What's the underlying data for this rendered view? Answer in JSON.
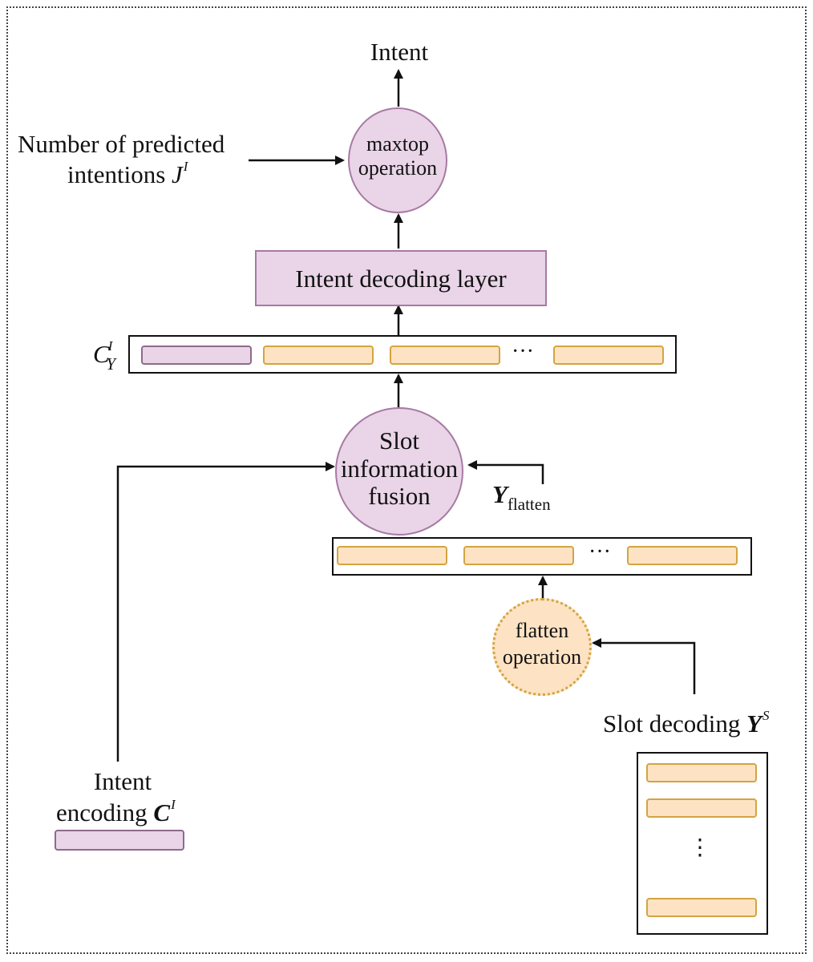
{
  "output_label": "Intent",
  "maxtop_node": {
    "line1": "maxtop",
    "line2": "operation"
  },
  "predicted_intents_input": {
    "line1": "Number of predicted",
    "line2": "intentions",
    "symbol": "J",
    "superscript": "I"
  },
  "intent_decoding_layer": "Intent decoding layer",
  "cyi_vector": {
    "symbol": "C",
    "superscript": "I",
    "subscript": "Y",
    "ellipsis": "···"
  },
  "slot_fusion_node": {
    "line1": "Slot",
    "line2": "information",
    "line3": "fusion"
  },
  "y_flatten_label": {
    "symbol": "Y",
    "subscript": "flatten"
  },
  "flatten_vector": {
    "ellipsis": "···"
  },
  "flatten_node": {
    "line1": "flatten",
    "line2": "operation"
  },
  "slot_decoding_input": {
    "text": "Slot decoding",
    "symbol": "Y",
    "superscript": "S",
    "ellipsis": "⋮"
  },
  "intent_encoding_input": {
    "line1": "Intent",
    "line2": "encoding",
    "symbol": "C",
    "superscript": "I"
  },
  "colors": {
    "pink_fill": "#e9d5e7",
    "pink_border": "#a77aa3",
    "yellow_fill": "#fde3c3",
    "yellow_border": "#d4a441"
  }
}
